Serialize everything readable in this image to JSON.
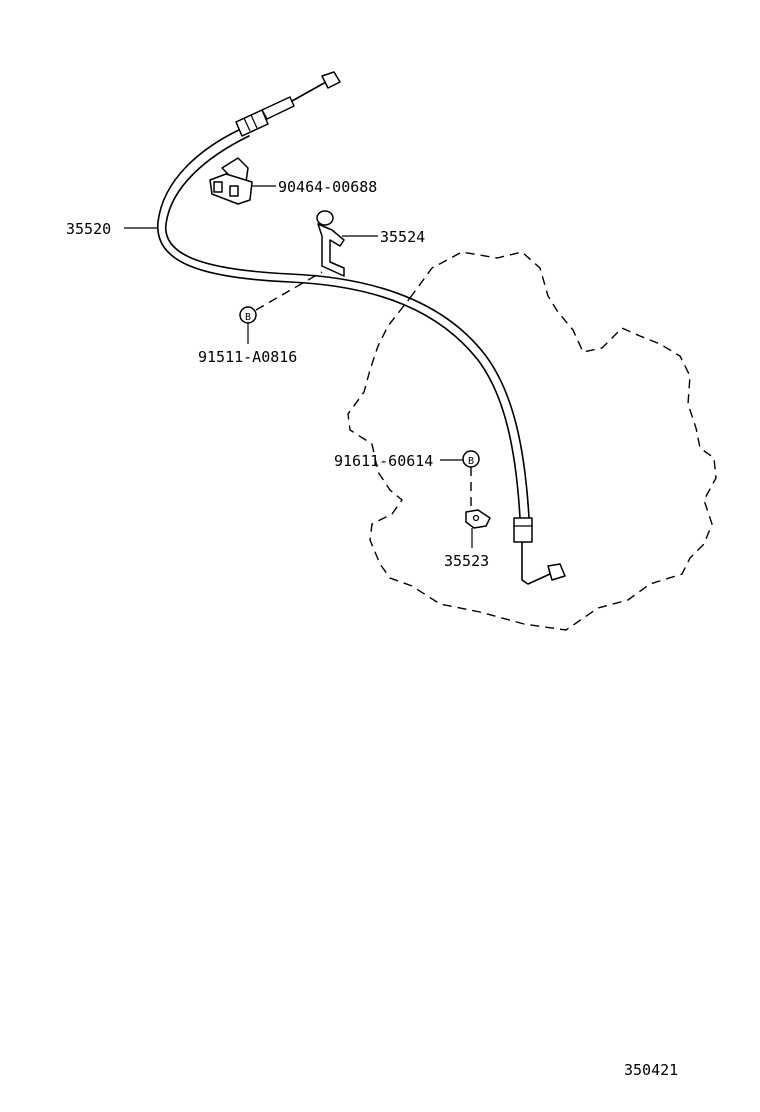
{
  "parts": {
    "cable": "35520",
    "clip": "90464-00688",
    "bracket_upper": "35524",
    "bolt_upper": "91511-A0816",
    "bolt_lower": "91611-60614",
    "bracket_lower": "35523"
  },
  "figure_number": "350421",
  "bolt_marker": "B"
}
